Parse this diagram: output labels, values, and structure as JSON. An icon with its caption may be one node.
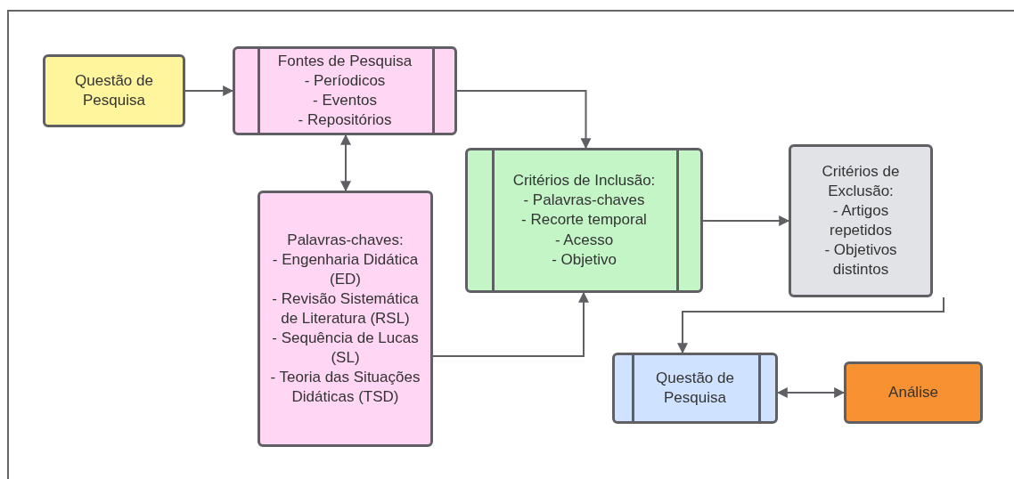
{
  "diagram": {
    "nodes": [
      {
        "text": [
          "Questão de Pesquisa"
        ]
      },
      {
        "text": [
          "Fontes de Pesquisa",
          "- Períodicos",
          "- Eventos",
          "- Repositórios"
        ]
      },
      {
        "text": [
          "Palavras-chaves:",
          "- Engenharia Didática (ED)",
          "- Revisão Sistemática de Literatura (RSL)",
          "- Sequência de Lucas (SL)",
          "- Teoria das Situações Didáticas (TSD)"
        ]
      },
      {
        "text": [
          "Critérios de Inclusão:",
          "- Palavras-chaves",
          "- Recorte temporal",
          "- Acesso",
          "- Objetivo"
        ]
      },
      {
        "text": [
          "Critérios de Exclusão:",
          "- Artigos repetidos",
          "- Objetivos distintos"
        ]
      },
      {
        "text": [
          "Questão de Pesquisa"
        ]
      },
      {
        "text": [
          "Análise"
        ]
      }
    ],
    "edges": [
      {
        "from": 0,
        "to": 1,
        "arrow": "to"
      },
      {
        "from": 1,
        "to": 3,
        "arrow": "to"
      },
      {
        "from": 1,
        "to": 2,
        "arrow": "both"
      },
      {
        "from": 2,
        "to": 3,
        "arrow": "to"
      },
      {
        "from": 3,
        "to": 4,
        "arrow": "to"
      },
      {
        "from": 4,
        "to": 5,
        "arrow": "to"
      },
      {
        "from": 5,
        "to": 6,
        "arrow": "both"
      }
    ]
  }
}
